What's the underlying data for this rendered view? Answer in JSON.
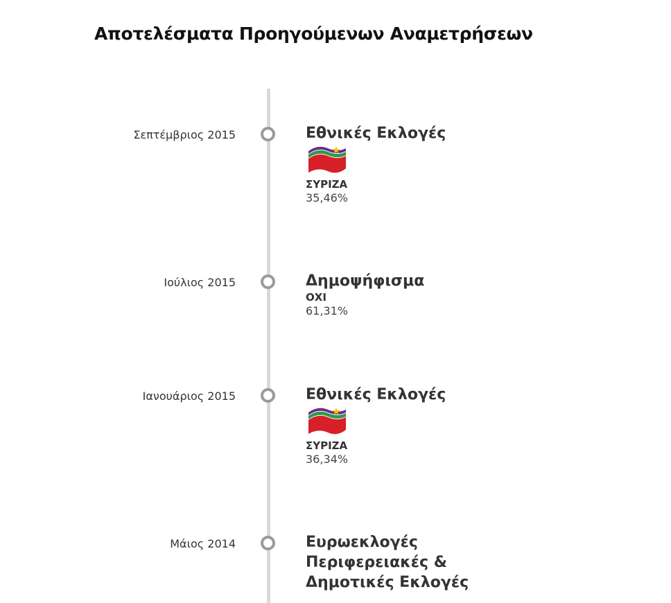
{
  "page": {
    "title": "Αποτελέσματα Προηγούμενων Αναμετρήσεων"
  },
  "timeline": {
    "entries": [
      {
        "date": "Σεπτέμβριος 2015",
        "title": "Εθνικές Εκλογές",
        "party_logo_icon": "syriza-logo-icon",
        "result_label": "ΣΥΡΙΖΑ",
        "result_value": "35,46%"
      },
      {
        "date": "Ιούλιος 2015",
        "title": "Δημοψήφισμα",
        "result_label": "ΟΧΙ",
        "result_value": "61,31%"
      },
      {
        "date": "Ιανουάριος 2015",
        "title": "Εθνικές Εκλογές",
        "party_logo_icon": "syriza-logo-icon",
        "result_label": "ΣΥΡΙΖΑ",
        "result_value": "36,34%"
      },
      {
        "date": "Μάιος 2014",
        "title": "Ευρωεκλογές\nΠεριφερειακές &\nΔημοτικές Εκλογές"
      }
    ]
  },
  "colors": {
    "timeline_line": "#d9d9d9",
    "marker_ring": "#9a9a9a",
    "syriza_red": "#d72028",
    "syriza_green": "#2e9a4a",
    "syriza_purple": "#6b2a8c",
    "syriza_star": "#f2c500"
  }
}
